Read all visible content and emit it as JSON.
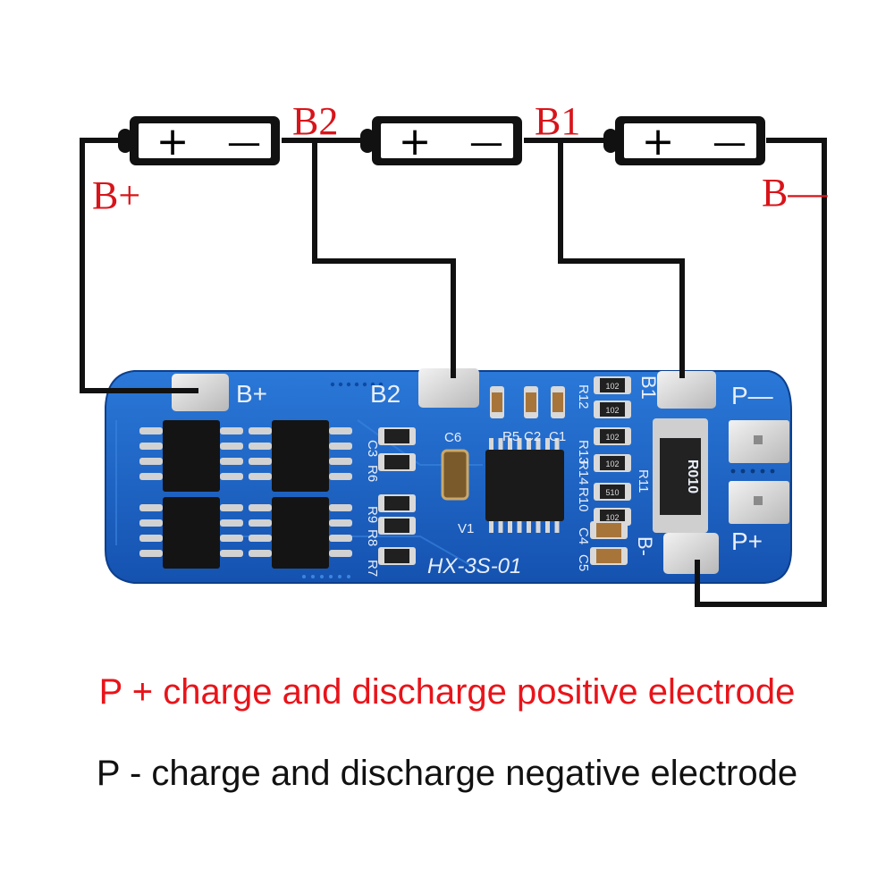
{
  "battery": {
    "cells": [
      {
        "plus": "+",
        "minus": "—"
      },
      {
        "plus": "+",
        "minus": "—"
      },
      {
        "plus": "+",
        "minus": "—"
      }
    ],
    "labels": {
      "b_plus": "B+",
      "b2": "B2",
      "b1": "B1",
      "b_minus": "B—"
    }
  },
  "board": {
    "pad_labels": {
      "b_plus": "B+",
      "b2": "B2",
      "b1": "B1",
      "p_minus": "P—",
      "b_minus": "B-",
      "p_plus": "P+"
    },
    "model": "HX-3S-01",
    "resistor_marking": "R010",
    "designators": [
      "C3",
      "R6",
      "R9",
      "R8",
      "R7",
      "C6",
      "R5",
      "C2",
      "C1",
      "R12",
      "R13",
      "R14",
      "R10",
      "R11",
      "V1",
      "C4",
      "C5"
    ],
    "chip_markings": [
      "102",
      "102",
      "102",
      "102",
      "510",
      "102",
      "102",
      "102"
    ]
  },
  "captions": {
    "p_plus": "P + charge and discharge positive electrode",
    "p_minus": "P - charge and discharge negative electrode"
  },
  "colors": {
    "pcb": "#1a63c6",
    "label_red": "#d8141a",
    "wire": "#111111"
  }
}
